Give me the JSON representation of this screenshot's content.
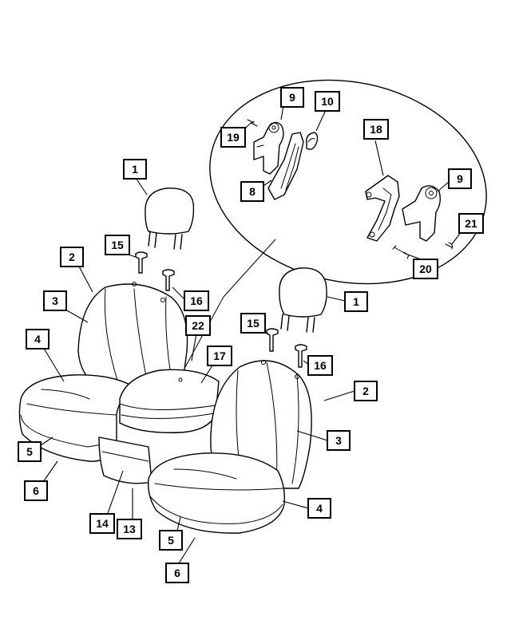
{
  "diagram": {
    "callouts": [
      {
        "id": "c1a",
        "label": "1"
      },
      {
        "id": "c1b",
        "label": "1"
      },
      {
        "id": "c2a",
        "label": "2"
      },
      {
        "id": "c2b",
        "label": "2"
      },
      {
        "id": "c3a",
        "label": "3"
      },
      {
        "id": "c3b",
        "label": "3"
      },
      {
        "id": "c4a",
        "label": "4"
      },
      {
        "id": "c4b",
        "label": "4"
      },
      {
        "id": "c5a",
        "label": "5"
      },
      {
        "id": "c5b",
        "label": "5"
      },
      {
        "id": "c6a",
        "label": "6"
      },
      {
        "id": "c6b",
        "label": "6"
      },
      {
        "id": "c8",
        "label": "8"
      },
      {
        "id": "c9a",
        "label": "9"
      },
      {
        "id": "c9b",
        "label": "9"
      },
      {
        "id": "c10",
        "label": "10"
      },
      {
        "id": "c13",
        "label": "13"
      },
      {
        "id": "c14",
        "label": "14"
      },
      {
        "id": "c15a",
        "label": "15"
      },
      {
        "id": "c15b",
        "label": "15"
      },
      {
        "id": "c16a",
        "label": "16"
      },
      {
        "id": "c16b",
        "label": "16"
      },
      {
        "id": "c17",
        "label": "17"
      },
      {
        "id": "c18",
        "label": "18"
      },
      {
        "id": "c19",
        "label": "19"
      },
      {
        "id": "c20",
        "label": "20"
      },
      {
        "id": "c21",
        "label": "21"
      },
      {
        "id": "c22",
        "label": "22"
      }
    ]
  }
}
